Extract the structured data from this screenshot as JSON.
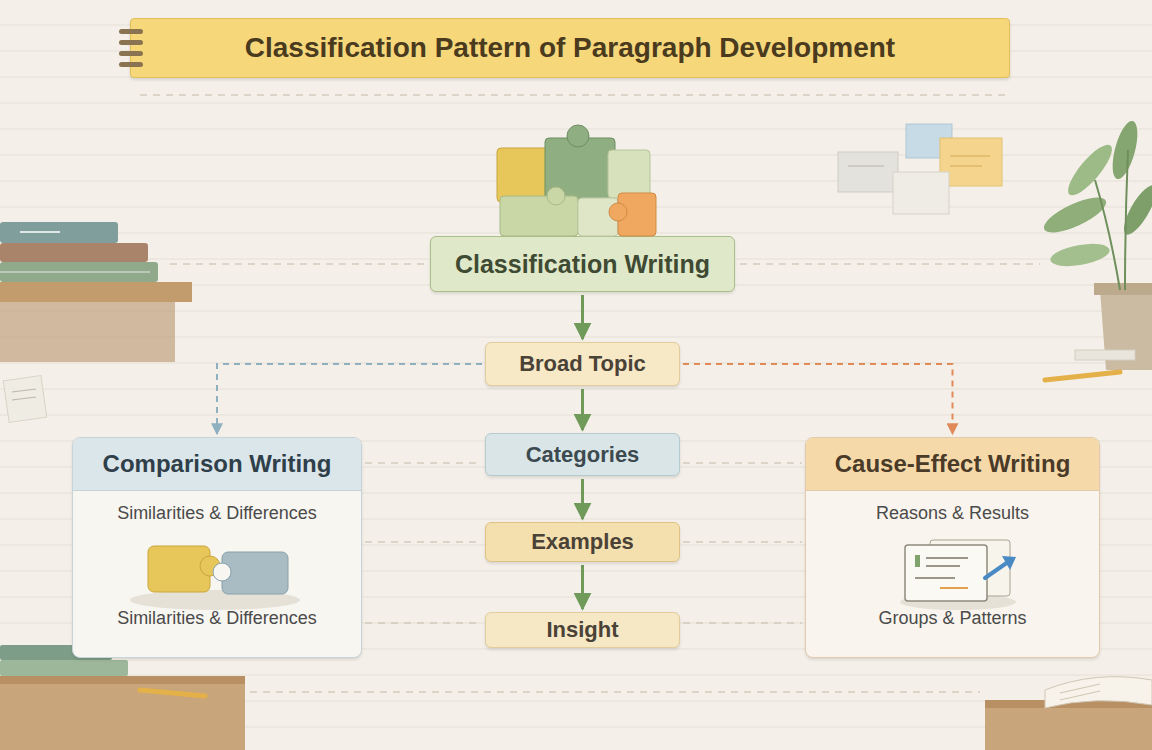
{
  "diagram": {
    "title": "Classification Pattern of Paragraph Development",
    "nodes": [
      {
        "text": [
          "Classification Writing"
        ]
      },
      {
        "text": [
          "Broad Topic"
        ]
      },
      {
        "text": [
          "Categories"
        ]
      },
      {
        "text": [
          "Examples"
        ]
      },
      {
        "text": [
          "Insight"
        ]
      },
      {
        "text": [
          "Comparison Writing",
          "Similarities & Differences",
          "Similarities & Differences"
        ]
      },
      {
        "text": [
          "Cause-Effect Writing",
          "Reasons & Results",
          "Groups & Patterns"
        ]
      }
    ],
    "edges": [
      {
        "from": 0,
        "to": 1,
        "arrow": "to"
      },
      {
        "from": 1,
        "to": 2,
        "arrow": "to"
      },
      {
        "from": 2,
        "to": 3,
        "arrow": "to"
      },
      {
        "from": 3,
        "to": 4,
        "arrow": "to"
      },
      {
        "from": 1,
        "to": 5,
        "arrow": "to"
      },
      {
        "from": 1,
        "to": 6,
        "arrow": "to"
      }
    ]
  }
}
